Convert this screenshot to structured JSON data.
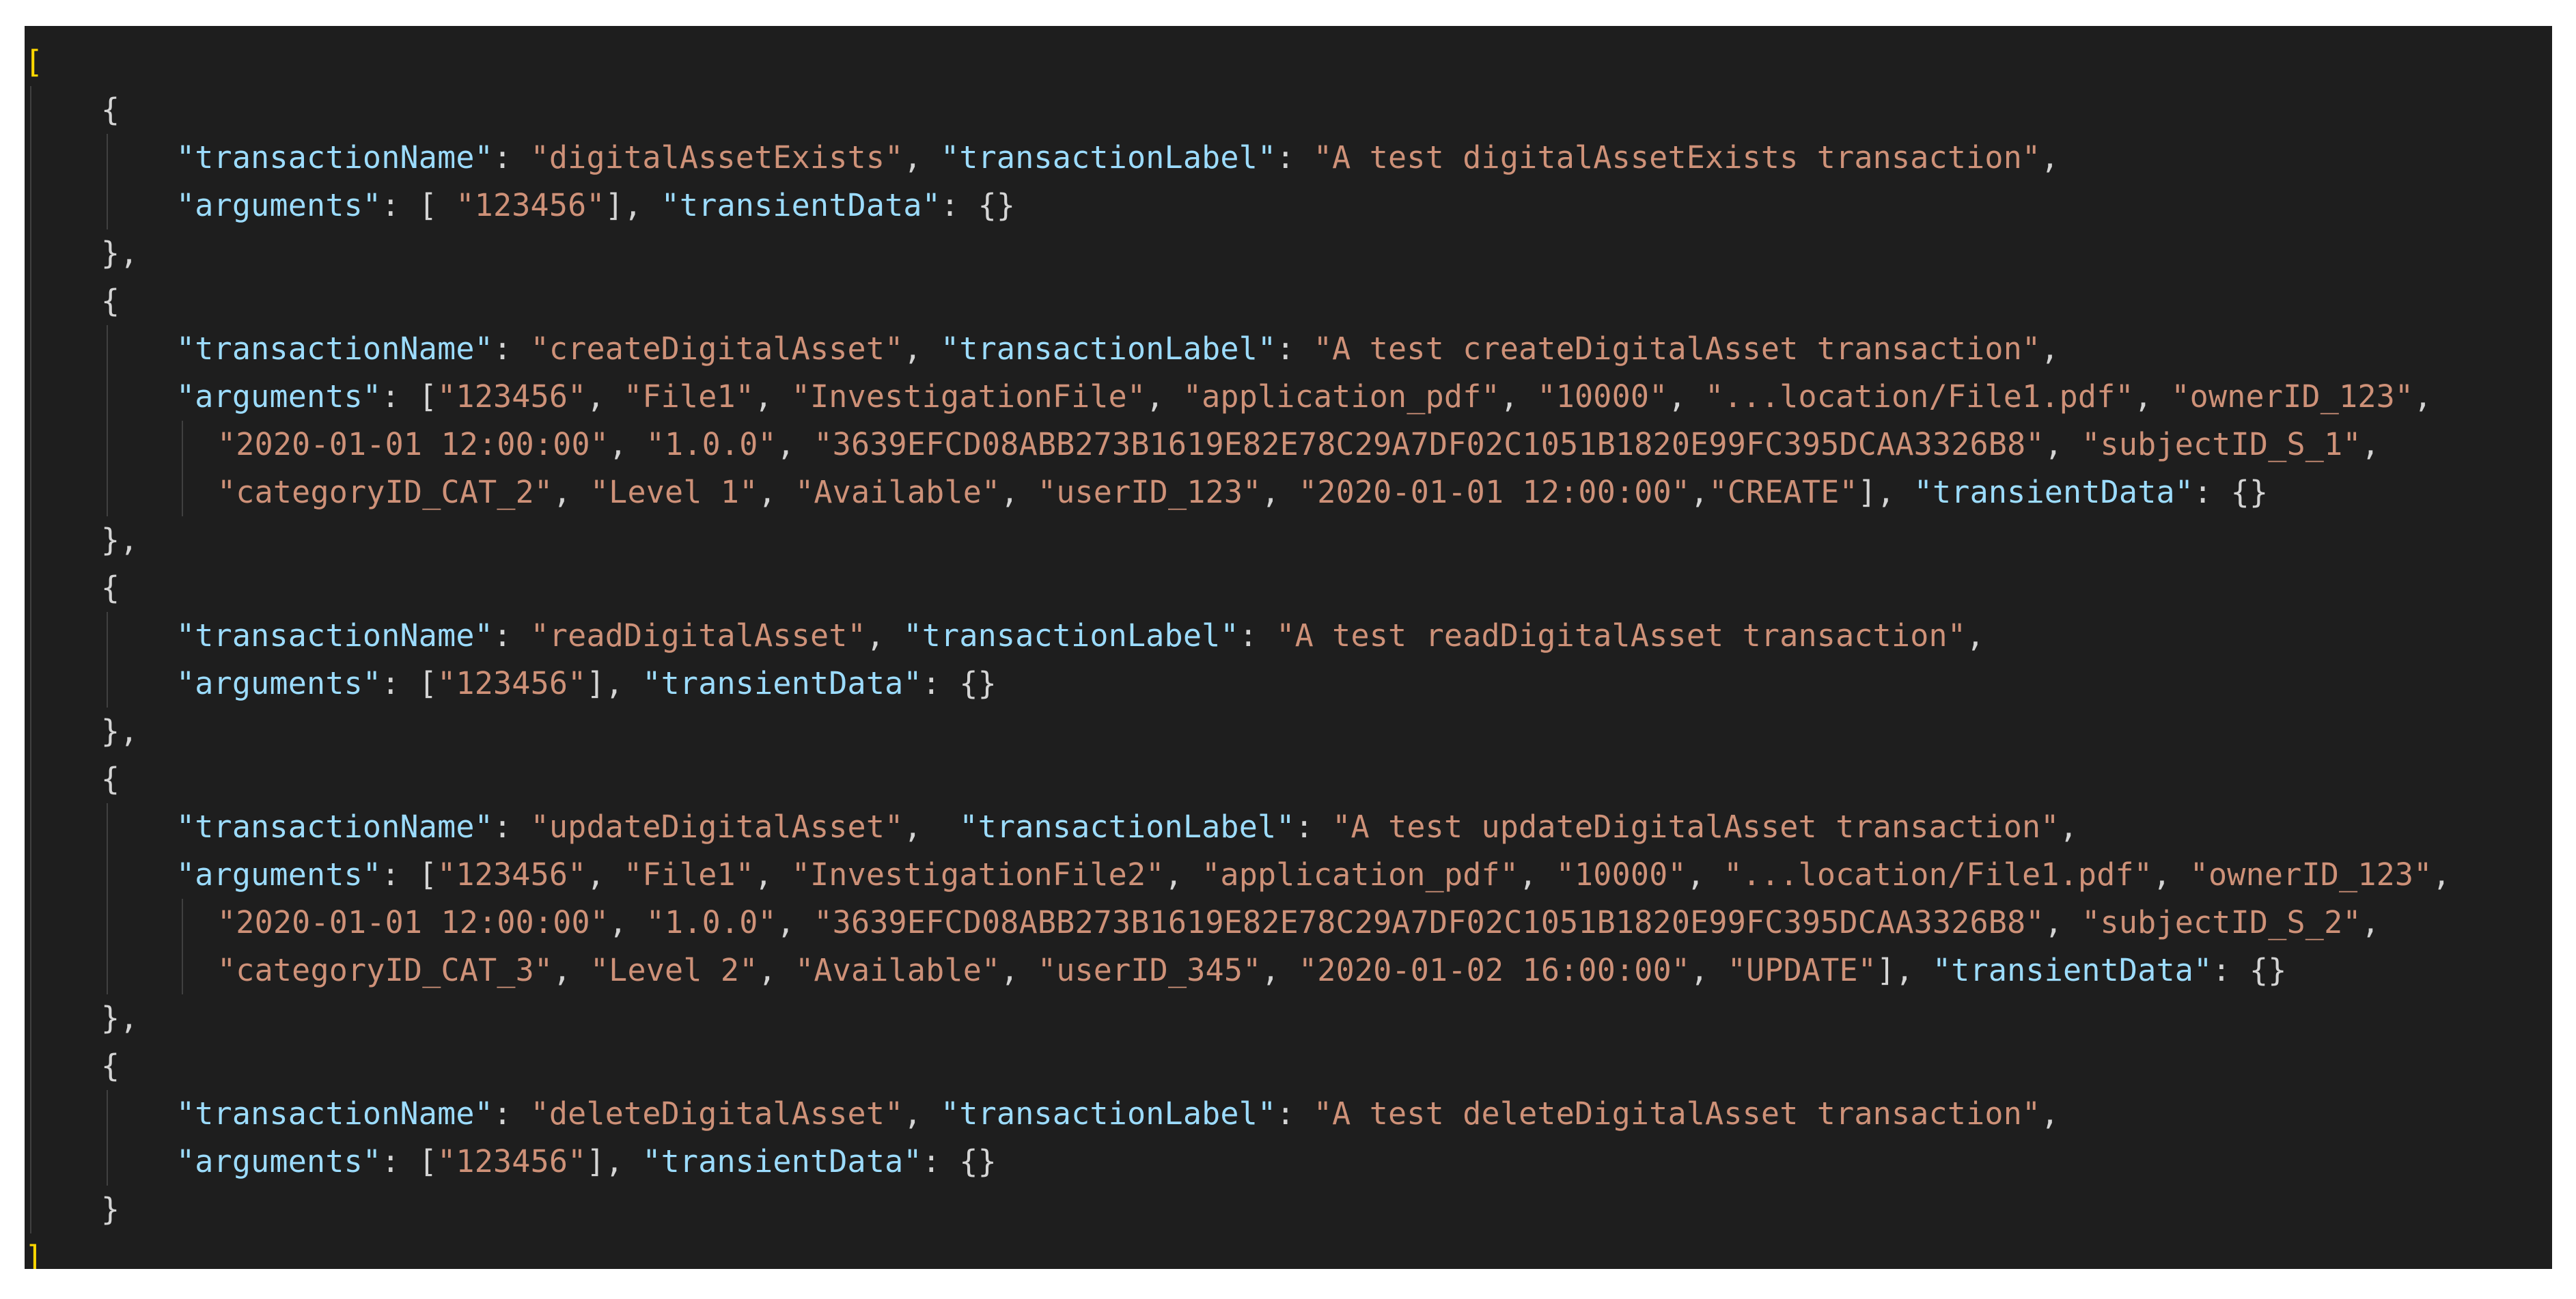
{
  "editor": {
    "theme": {
      "background": "#1e1e1e",
      "key": "#9cdcfe",
      "string": "#ce9178",
      "punctuation": "#d4d4d4",
      "outer_bracket": "#ffd700"
    },
    "lines": [
      {
        "indent": 0,
        "tokens": [
          {
            "t": "bracket",
            "v": "["
          }
        ]
      },
      {
        "indent": 1,
        "tokens": [
          {
            "t": "brace",
            "v": "{"
          }
        ]
      },
      {
        "indent": 2,
        "tokens": [
          {
            "t": "key",
            "v": "\"transactionName\""
          },
          {
            "t": "pun",
            "v": ": "
          },
          {
            "t": "str",
            "v": "\"digitalAssetExists\""
          },
          {
            "t": "pun",
            "v": ", "
          },
          {
            "t": "key",
            "v": "\"transactionLabel\""
          },
          {
            "t": "pun",
            "v": ": "
          },
          {
            "t": "str",
            "v": "\"A test digitalAssetExists transaction\""
          },
          {
            "t": "pun",
            "v": ","
          }
        ]
      },
      {
        "indent": 2,
        "tokens": [
          {
            "t": "key",
            "v": "\"arguments\""
          },
          {
            "t": "pun",
            "v": ": [ "
          },
          {
            "t": "str",
            "v": "\"123456\""
          },
          {
            "t": "pun",
            "v": "], "
          },
          {
            "t": "key",
            "v": "\"transientData\""
          },
          {
            "t": "pun",
            "v": ": {}"
          }
        ]
      },
      {
        "indent": 1,
        "tokens": [
          {
            "t": "brace",
            "v": "},"
          }
        ]
      },
      {
        "indent": 1,
        "tokens": [
          {
            "t": "brace",
            "v": "{"
          }
        ]
      },
      {
        "indent": 2,
        "tokens": [
          {
            "t": "key",
            "v": "\"transactionName\""
          },
          {
            "t": "pun",
            "v": ": "
          },
          {
            "t": "str",
            "v": "\"createDigitalAsset\""
          },
          {
            "t": "pun",
            "v": ", "
          },
          {
            "t": "key",
            "v": "\"transactionLabel\""
          },
          {
            "t": "pun",
            "v": ": "
          },
          {
            "t": "str",
            "v": "\"A test createDigitalAsset transaction\""
          },
          {
            "t": "pun",
            "v": ","
          }
        ]
      },
      {
        "indent": 2,
        "tokens": [
          {
            "t": "key",
            "v": "\"arguments\""
          },
          {
            "t": "pun",
            "v": ": ["
          },
          {
            "t": "str",
            "v": "\"123456\""
          },
          {
            "t": "pun",
            "v": ", "
          },
          {
            "t": "str",
            "v": "\"File1\""
          },
          {
            "t": "pun",
            "v": ", "
          },
          {
            "t": "str",
            "v": "\"InvestigationFile\""
          },
          {
            "t": "pun",
            "v": ", "
          },
          {
            "t": "str",
            "v": "\"application_pdf\""
          },
          {
            "t": "pun",
            "v": ", "
          },
          {
            "t": "str",
            "v": "\"10000\""
          },
          {
            "t": "pun",
            "v": ", "
          },
          {
            "t": "str",
            "v": "\"...location/File1.pdf\""
          },
          {
            "t": "pun",
            "v": ", "
          },
          {
            "t": "str",
            "v": "\"ownerID_123\""
          },
          {
            "t": "pun",
            "v": ","
          }
        ]
      },
      {
        "indent": 3,
        "tokens": [
          {
            "t": "str",
            "v": "\"2020-01-01 12:00:00\""
          },
          {
            "t": "pun",
            "v": ", "
          },
          {
            "t": "str",
            "v": "\"1.0.0\""
          },
          {
            "t": "pun",
            "v": ", "
          },
          {
            "t": "str",
            "v": "\"3639EFCD08ABB273B1619E82E78C29A7DF02C1051B1820E99FC395DCAA3326B8\""
          },
          {
            "t": "pun",
            "v": ", "
          },
          {
            "t": "str",
            "v": "\"subjectID_S_1\""
          },
          {
            "t": "pun",
            "v": ","
          }
        ]
      },
      {
        "indent": 3,
        "tokens": [
          {
            "t": "str",
            "v": "\"categoryID_CAT_2\""
          },
          {
            "t": "pun",
            "v": ", "
          },
          {
            "t": "str",
            "v": "\"Level 1\""
          },
          {
            "t": "pun",
            "v": ", "
          },
          {
            "t": "str",
            "v": "\"Available\""
          },
          {
            "t": "pun",
            "v": ", "
          },
          {
            "t": "str",
            "v": "\"userID_123\""
          },
          {
            "t": "pun",
            "v": ", "
          },
          {
            "t": "str",
            "v": "\"2020-01-01 12:00:00\""
          },
          {
            "t": "pun",
            "v": ","
          },
          {
            "t": "str",
            "v": "\"CREATE\""
          },
          {
            "t": "pun",
            "v": "], "
          },
          {
            "t": "key",
            "v": "\"transientData\""
          },
          {
            "t": "pun",
            "v": ": {}"
          }
        ]
      },
      {
        "indent": 1,
        "tokens": [
          {
            "t": "brace",
            "v": "},"
          }
        ]
      },
      {
        "indent": 1,
        "tokens": [
          {
            "t": "brace",
            "v": "{"
          }
        ]
      },
      {
        "indent": 2,
        "tokens": [
          {
            "t": "key",
            "v": "\"transactionName\""
          },
          {
            "t": "pun",
            "v": ": "
          },
          {
            "t": "str",
            "v": "\"readDigitalAsset\""
          },
          {
            "t": "pun",
            "v": ", "
          },
          {
            "t": "key",
            "v": "\"transactionLabel\""
          },
          {
            "t": "pun",
            "v": ": "
          },
          {
            "t": "str",
            "v": "\"A test readDigitalAsset transaction\""
          },
          {
            "t": "pun",
            "v": ","
          }
        ]
      },
      {
        "indent": 2,
        "tokens": [
          {
            "t": "key",
            "v": "\"arguments\""
          },
          {
            "t": "pun",
            "v": ": ["
          },
          {
            "t": "str",
            "v": "\"123456\""
          },
          {
            "t": "pun",
            "v": "], "
          },
          {
            "t": "key",
            "v": "\"transientData\""
          },
          {
            "t": "pun",
            "v": ": {}"
          }
        ]
      },
      {
        "indent": 1,
        "tokens": [
          {
            "t": "brace",
            "v": "},"
          }
        ]
      },
      {
        "indent": 1,
        "tokens": [
          {
            "t": "brace",
            "v": "{"
          }
        ]
      },
      {
        "indent": 2,
        "tokens": [
          {
            "t": "key",
            "v": "\"transactionName\""
          },
          {
            "t": "pun",
            "v": ": "
          },
          {
            "t": "str",
            "v": "\"updateDigitalAsset\""
          },
          {
            "t": "pun",
            "v": ",  "
          },
          {
            "t": "key",
            "v": "\"transactionLabel\""
          },
          {
            "t": "pun",
            "v": ": "
          },
          {
            "t": "str",
            "v": "\"A test updateDigitalAsset transaction\""
          },
          {
            "t": "pun",
            "v": ","
          }
        ]
      },
      {
        "indent": 2,
        "tokens": [
          {
            "t": "key",
            "v": "\"arguments\""
          },
          {
            "t": "pun",
            "v": ": ["
          },
          {
            "t": "str",
            "v": "\"123456\""
          },
          {
            "t": "pun",
            "v": ", "
          },
          {
            "t": "str",
            "v": "\"File1\""
          },
          {
            "t": "pun",
            "v": ", "
          },
          {
            "t": "str",
            "v": "\"InvestigationFile2\""
          },
          {
            "t": "pun",
            "v": ", "
          },
          {
            "t": "str",
            "v": "\"application_pdf\""
          },
          {
            "t": "pun",
            "v": ", "
          },
          {
            "t": "str",
            "v": "\"10000\""
          },
          {
            "t": "pun",
            "v": ", "
          },
          {
            "t": "str",
            "v": "\"...location/File1.pdf\""
          },
          {
            "t": "pun",
            "v": ", "
          },
          {
            "t": "str",
            "v": "\"ownerID_123\""
          },
          {
            "t": "pun",
            "v": ","
          }
        ]
      },
      {
        "indent": 3,
        "tokens": [
          {
            "t": "str",
            "v": "\"2020-01-01 12:00:00\""
          },
          {
            "t": "pun",
            "v": ", "
          },
          {
            "t": "str",
            "v": "\"1.0.0\""
          },
          {
            "t": "pun",
            "v": ", "
          },
          {
            "t": "str",
            "v": "\"3639EFCD08ABB273B1619E82E78C29A7DF02C1051B1820E99FC395DCAA3326B8\""
          },
          {
            "t": "pun",
            "v": ", "
          },
          {
            "t": "str",
            "v": "\"subjectID_S_2\""
          },
          {
            "t": "pun",
            "v": ","
          }
        ]
      },
      {
        "indent": 3,
        "tokens": [
          {
            "t": "str",
            "v": "\"categoryID_CAT_3\""
          },
          {
            "t": "pun",
            "v": ", "
          },
          {
            "t": "str",
            "v": "\"Level 2\""
          },
          {
            "t": "pun",
            "v": ", "
          },
          {
            "t": "str",
            "v": "\"Available\""
          },
          {
            "t": "pun",
            "v": ", "
          },
          {
            "t": "str",
            "v": "\"userID_345\""
          },
          {
            "t": "pun",
            "v": ", "
          },
          {
            "t": "str",
            "v": "\"2020-01-02 16:00:00\""
          },
          {
            "t": "pun",
            "v": ", "
          },
          {
            "t": "str",
            "v": "\"UPDATE\""
          },
          {
            "t": "pun",
            "v": "], "
          },
          {
            "t": "key",
            "v": "\"transientData\""
          },
          {
            "t": "pun",
            "v": ": {}"
          }
        ]
      },
      {
        "indent": 1,
        "tokens": [
          {
            "t": "brace",
            "v": "},"
          }
        ]
      },
      {
        "indent": 1,
        "tokens": [
          {
            "t": "brace",
            "v": "{"
          }
        ]
      },
      {
        "indent": 2,
        "tokens": [
          {
            "t": "key",
            "v": "\"transactionName\""
          },
          {
            "t": "pun",
            "v": ": "
          },
          {
            "t": "str",
            "v": "\"deleteDigitalAsset\""
          },
          {
            "t": "pun",
            "v": ", "
          },
          {
            "t": "key",
            "v": "\"transactionLabel\""
          },
          {
            "t": "pun",
            "v": ": "
          },
          {
            "t": "str",
            "v": "\"A test deleteDigitalAsset transaction\""
          },
          {
            "t": "pun",
            "v": ","
          }
        ]
      },
      {
        "indent": 2,
        "tokens": [
          {
            "t": "key",
            "v": "\"arguments\""
          },
          {
            "t": "pun",
            "v": ": ["
          },
          {
            "t": "str",
            "v": "\"123456\""
          },
          {
            "t": "pun",
            "v": "], "
          },
          {
            "t": "key",
            "v": "\"transientData\""
          },
          {
            "t": "pun",
            "v": ": {}"
          }
        ]
      },
      {
        "indent": 1,
        "tokens": [
          {
            "t": "brace",
            "v": "}"
          }
        ]
      },
      {
        "indent": 0,
        "tokens": [
          {
            "t": "bracket",
            "v": "]"
          }
        ]
      }
    ]
  }
}
